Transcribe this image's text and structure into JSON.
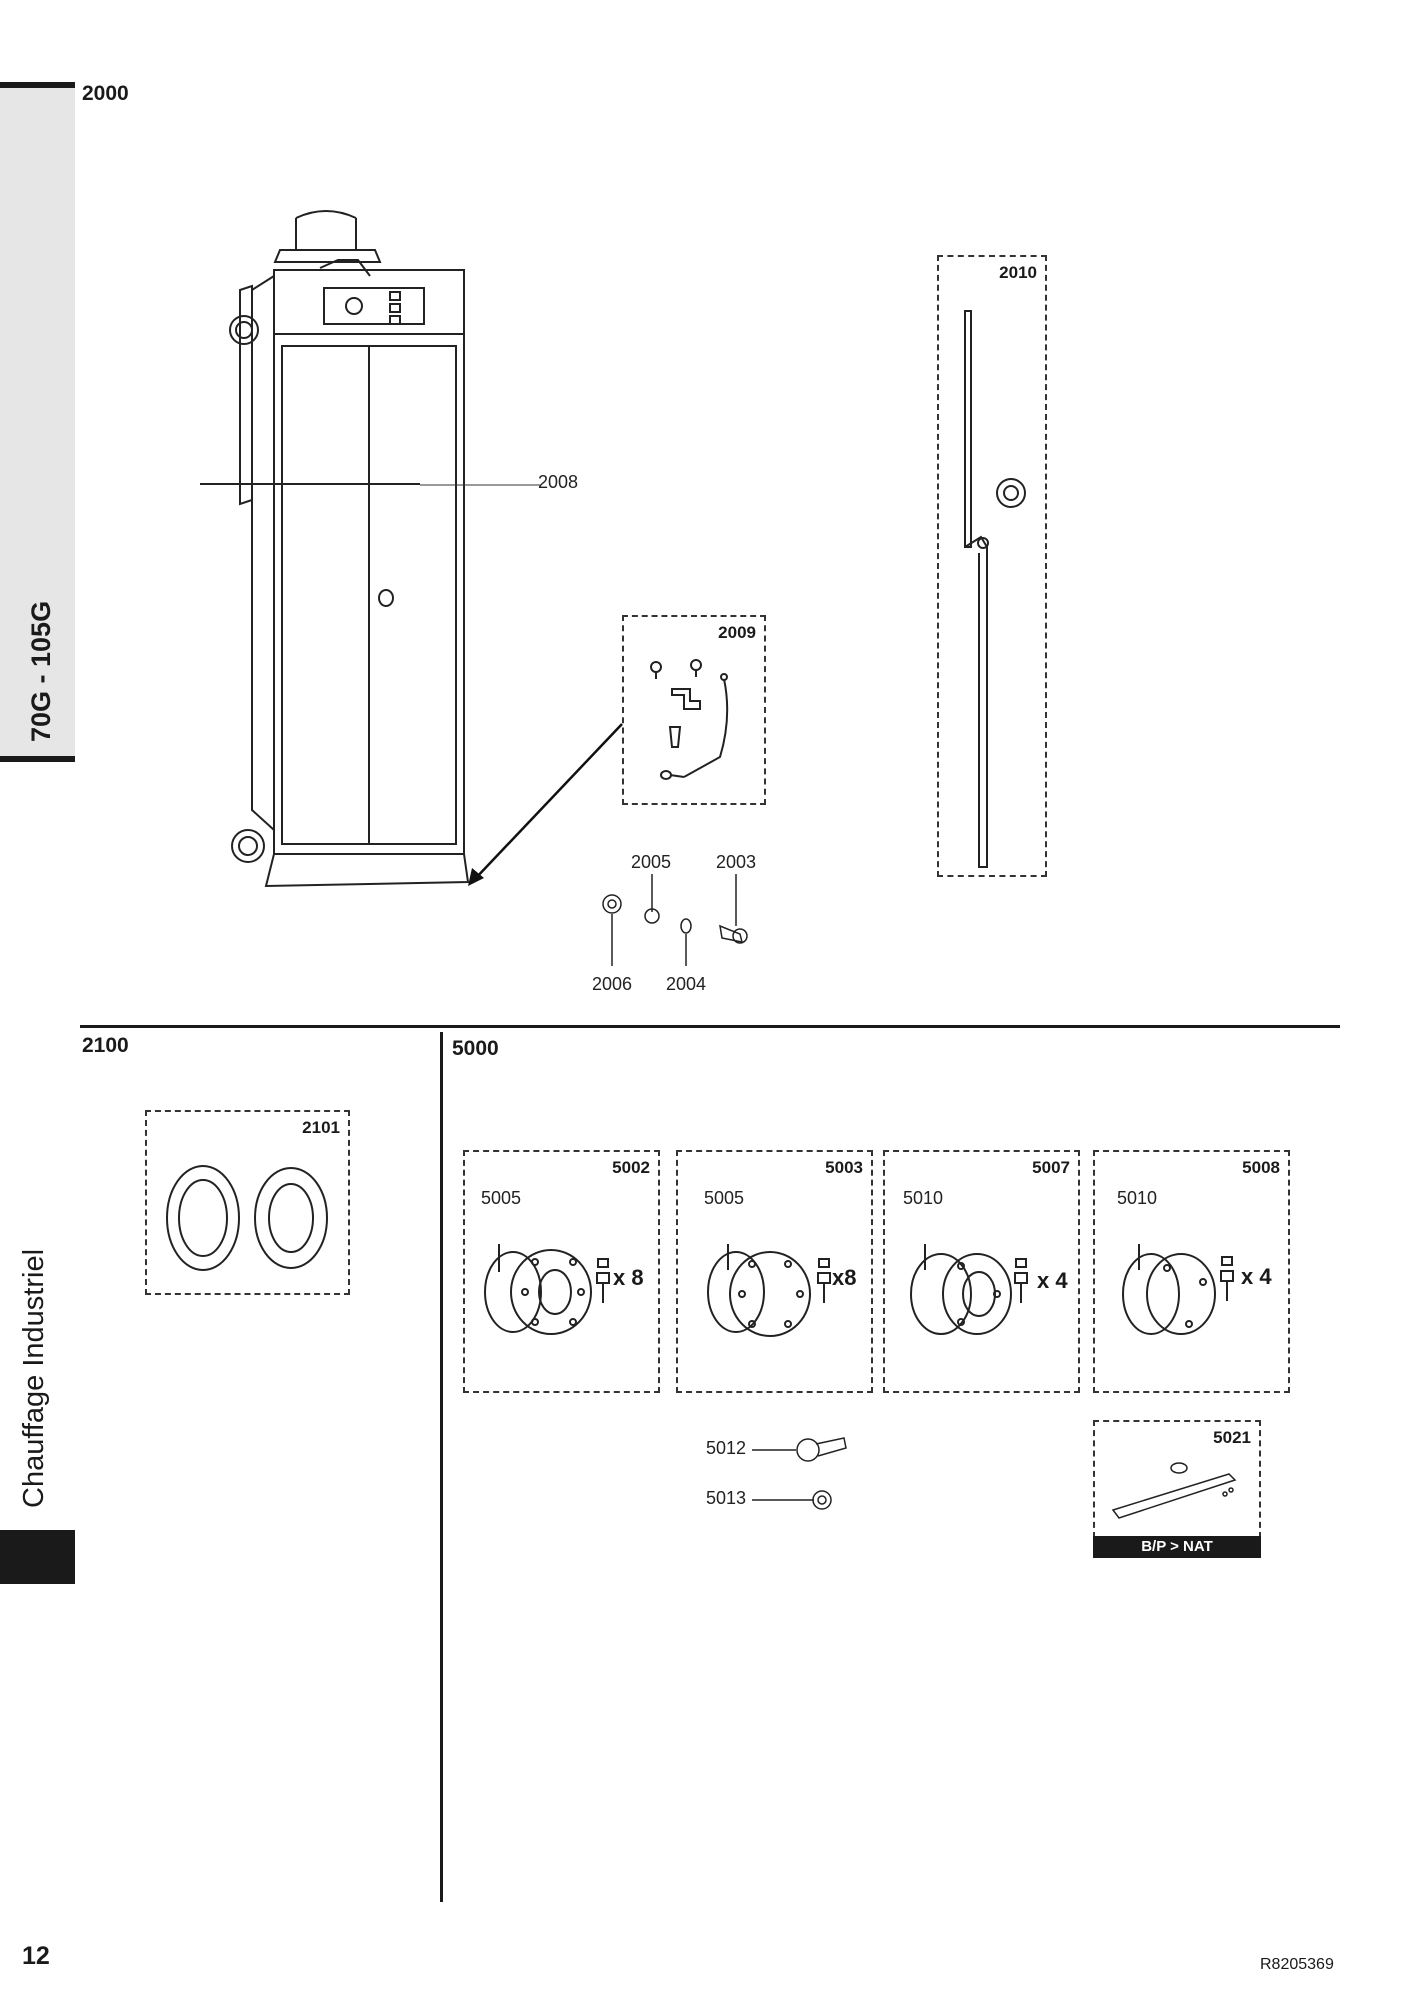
{
  "sidebar": {
    "model": "70G - 105G",
    "category": "Chauffage Industriel"
  },
  "sections": {
    "s2000": "2000",
    "s2100": "2100",
    "s5000": "5000"
  },
  "parts_2000": {
    "cabinet_door": "2008",
    "box_2009": "2009",
    "box_2010": "2010",
    "p2005": "2005",
    "p2003": "2003",
    "p2006": "2006",
    "p2004": "2004"
  },
  "parts_2100": {
    "box_2101": "2101"
  },
  "parts_5000": {
    "kits": [
      {
        "box": "5002",
        "part": "5005",
        "qty": "x 8"
      },
      {
        "box": "5003",
        "part": "5005",
        "qty": "x8"
      },
      {
        "box": "5007",
        "part": "5010",
        "qty": "x 4"
      },
      {
        "box": "5008",
        "part": "5010",
        "qty": "x 4"
      }
    ],
    "p5012": "5012",
    "p5013": "5013",
    "box_5021": "5021",
    "badge_5021": "B/P > NAT"
  },
  "footer": {
    "page_number": "12",
    "doc_ref": "R8205369"
  }
}
